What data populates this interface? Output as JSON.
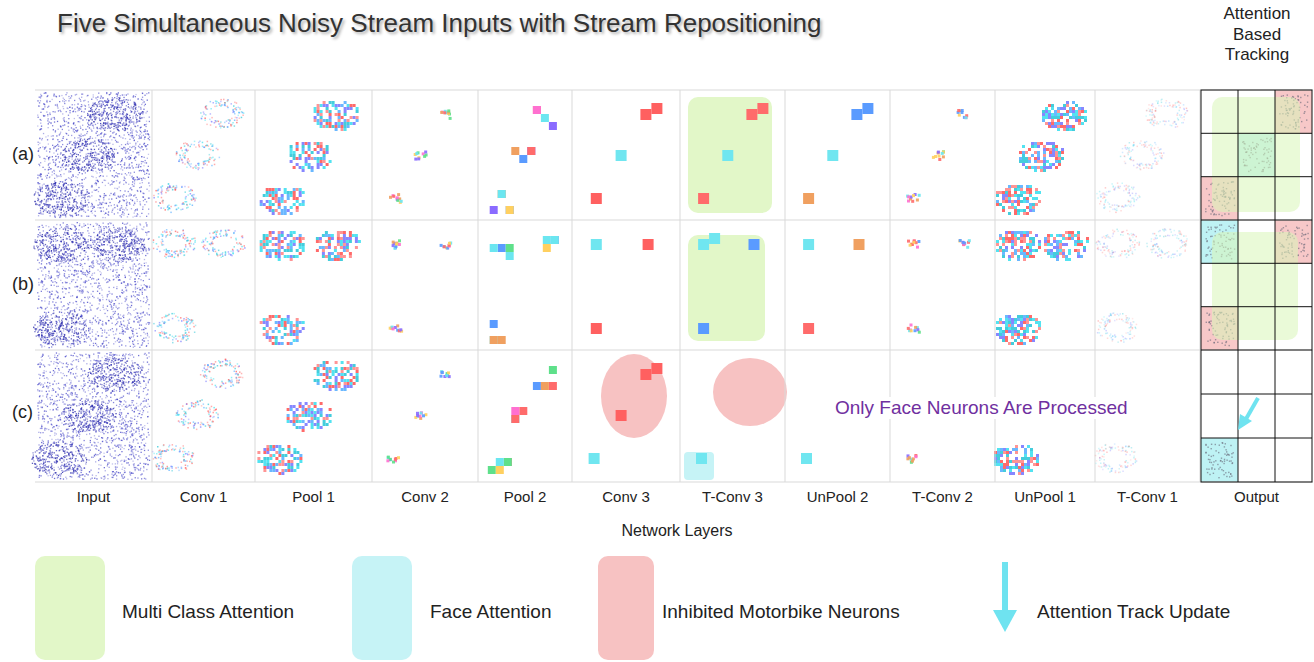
{
  "diagram": {
    "title": "Five Simultaneous Noisy Stream Inputs with Stream Repositioning",
    "labels": [
      "Attention Based Tracking",
      "(a)",
      "(b)",
      "(c)",
      "Input",
      "Conv 1",
      "Pool 1",
      "Conv 2",
      "Pool 2",
      "Conv 3",
      "T-Conv 3",
      "UnPool 2",
      "T-Conv 2",
      "UnPool 1",
      "T-Conv 1",
      "Output",
      "Network Layers",
      "Only Face Neurons Are Processed"
    ],
    "legend": [
      {
        "text": "Multi Class Attention",
        "color": "#e2f7c8"
      },
      {
        "text": "Face Attention",
        "color": "#c6f3f6"
      },
      {
        "text": "Inhibited Motorbike Neurons",
        "color": "#f7c2c2"
      },
      {
        "text": "Attention Track Update"
      }
    ]
  }
}
